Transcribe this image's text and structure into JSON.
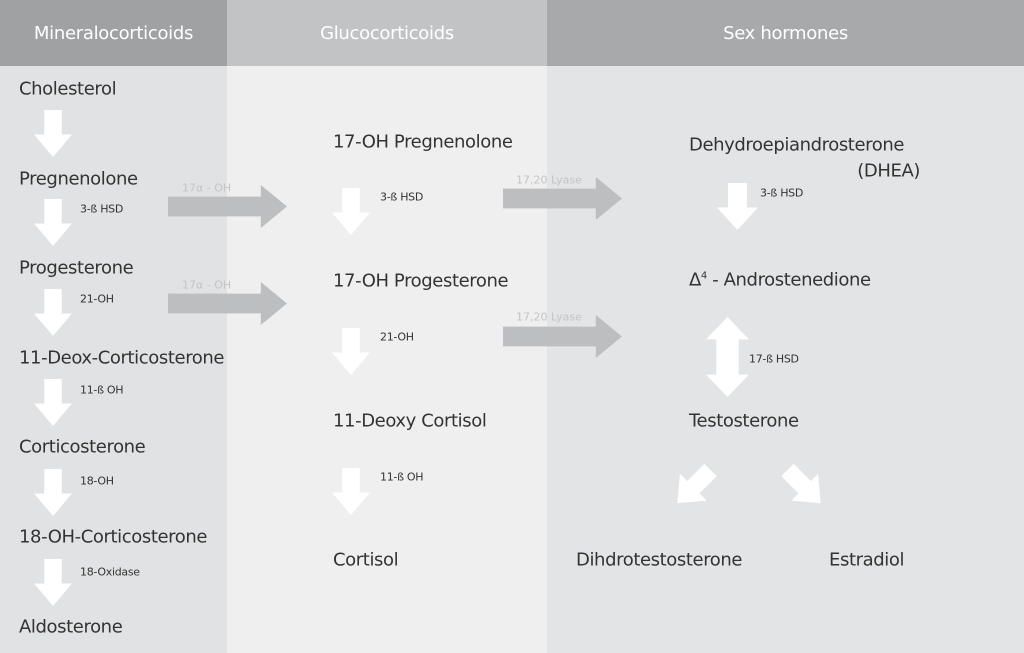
{
  "columns": {
    "mineralocorticoids": "Mineralocorticoids",
    "glucocorticoids": "Glucocorticoids",
    "sex_hormones": "Sex hormones"
  },
  "mineralo": {
    "items": [
      "Cholesterol",
      "Pregnenolone",
      "Progesterone",
      "11-Deox-Corticosterone",
      "Corticosterone",
      "18-OH-Corticosterone",
      "Aldosterone"
    ],
    "enzymes": [
      "3-ß HSD",
      "21-OH",
      "11-ß OH",
      "18-OH",
      "18-Oxidase"
    ]
  },
  "cross": {
    "a1": "17α - OH",
    "a2": "17α - OH",
    "l1": "17,20 Lyase",
    "l2": "17,20 Lyase"
  },
  "gluco": {
    "items": [
      "17-OH Pregnenolone",
      "17-OH Progesterone",
      "11-Deoxy Cortisol",
      "Cortisol"
    ],
    "enzymes": [
      "3-ß HSD",
      "21-OH",
      "11-ß OH"
    ]
  },
  "sex": {
    "dhea": "Dehydroepiandrosterone",
    "dhea_abbr": "(DHEA)",
    "e1": "3-ß HSD",
    "delta": "Δ",
    "delta_sup": "4",
    "andro": " - Androstenedione",
    "e2": "17-ß HSD",
    "testo": "Testosterone",
    "dht": "Dihdrotestosterone",
    "estradiol": "Estradiol"
  },
  "colors": {
    "header1": "#a0a1a3",
    "header2": "#c2c3c5",
    "header3": "#a8a9ab",
    "body1": "#e1e2e3",
    "body2": "#efefef",
    "body3": "#e3e4e5"
  }
}
